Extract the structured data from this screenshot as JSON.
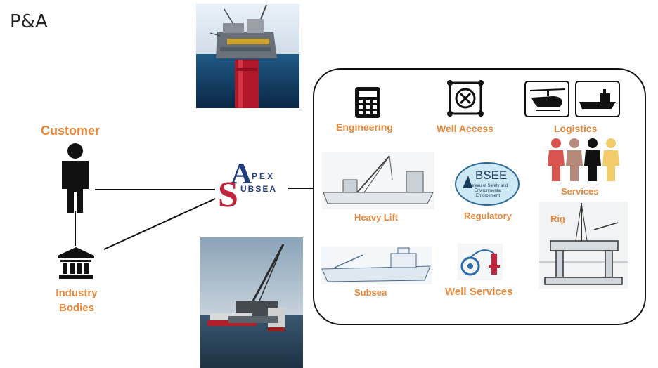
{
  "title": "P&A",
  "customer": {
    "label": "Customer"
  },
  "industry": {
    "label_line1": "Industry",
    "label_line2": "Bodies"
  },
  "apex": {
    "line1": "PEX",
    "line2": "UBSEA",
    "letter_a": "A",
    "letter_s": "S"
  },
  "services": {
    "engineering": "Engineering",
    "well_access": "Well Access",
    "logistics": "Logistics",
    "heavy_lift": "Heavy Lift",
    "regulatory": "Regulatory",
    "services": "Services",
    "rig": "Rig",
    "subsea": "Subsea",
    "well_services": "Well Services"
  },
  "bsee": {
    "name": "BSEE",
    "sub": "Bureau of Safety and Environmental Enforcement"
  },
  "colors": {
    "accent": "#E8873A",
    "apex_blue": "#1F3A7A",
    "apex_red": "#C0243A"
  }
}
